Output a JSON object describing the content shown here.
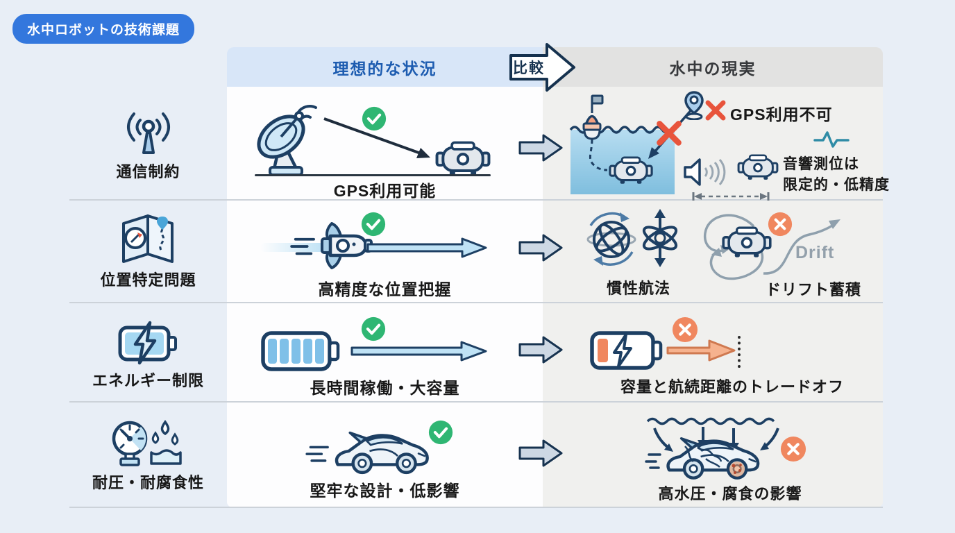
{
  "title": "水中ロボットの技術課題",
  "header": {
    "ideal": "理想的な状況",
    "compare": "比較",
    "reality": "水中の現実"
  },
  "rows": {
    "communication": {
      "label": "通信制約",
      "ideal_caption": "GPS利用可能",
      "gps_unavailable": "GPS利用不可",
      "acoustic_line1": "音響測位は",
      "acoustic_line2": "限定的・低精度"
    },
    "positioning": {
      "label": "位置特定問題",
      "ideal_caption": "高精度な位置把握",
      "inertial_caption": "慣性航法",
      "drift_label": "Drift",
      "drift_caption": "ドリフト蓄積"
    },
    "energy": {
      "label": "エネルギー制限",
      "ideal_caption": "長時間稼働・大容量",
      "reality_caption": "容量と航続距離のトレードオフ"
    },
    "durability": {
      "label": "耐圧・耐腐食性",
      "ideal_caption": "堅牢な設計・低影響",
      "reality_caption": "高水圧・腐食の影響"
    }
  },
  "colors": {
    "accent_blue": "#3377dd",
    "header_ideal_bg": "#d8e6f8",
    "header_ideal_text": "#1d5cb0",
    "header_reality_bg": "#e2e2e1",
    "check_green": "#2fb673",
    "error_red": "#e8543c",
    "warning_orange": "#f0875f",
    "outline_navy": "#1d3f63",
    "drift_gray": "#93a0ab"
  }
}
